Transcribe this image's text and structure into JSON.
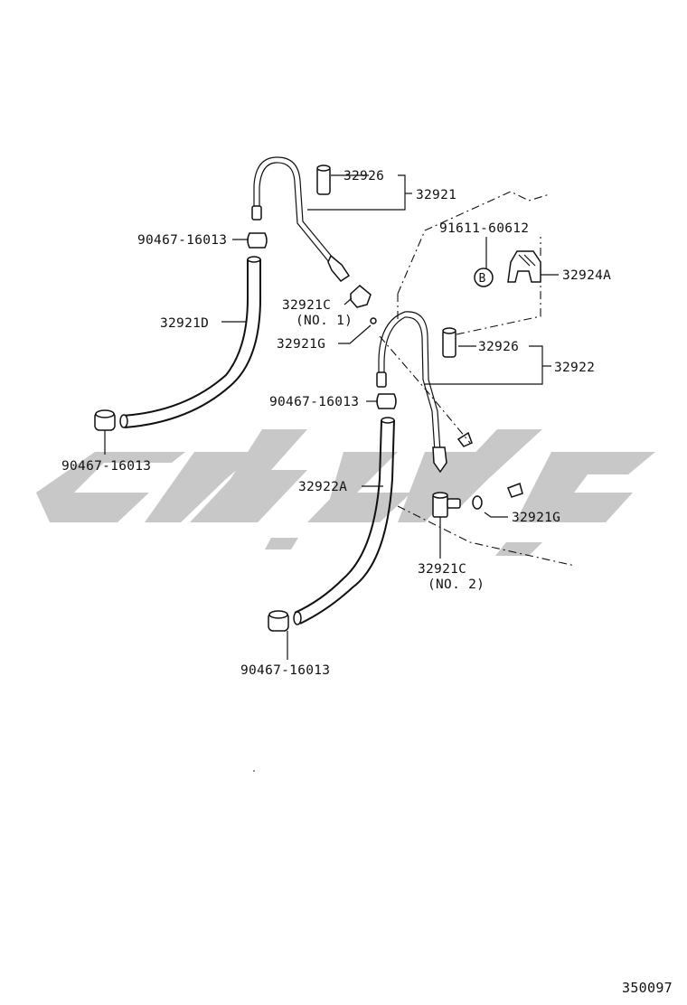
{
  "watermark": {
    "color": "#c8c8c8"
  },
  "labels": {
    "hose_clamp_top": "90467-16013",
    "hose_clamp_left_bottom": "90467-16013",
    "hose_clamp_mid": "90467-16013",
    "hose_clamp_bottom": "90467-16013",
    "pipe_assy_1": "32921",
    "pipe_assy_2": "32922",
    "hose_cap_1": "32926",
    "hose_cap_2": "32926",
    "hose_1": "32921D",
    "hose_2": "32922A",
    "connector_1": "32921C",
    "connector_1_note": "(NO. 1)",
    "connector_2": "32921C",
    "connector_2_note": "(NO. 2)",
    "o_ring_1": "32921G",
    "o_ring_2": "32921G",
    "bolt": "91611-60612",
    "clamp": "32924A",
    "bolt_ref_letter": "B"
  },
  "diagram_number": "350097"
}
